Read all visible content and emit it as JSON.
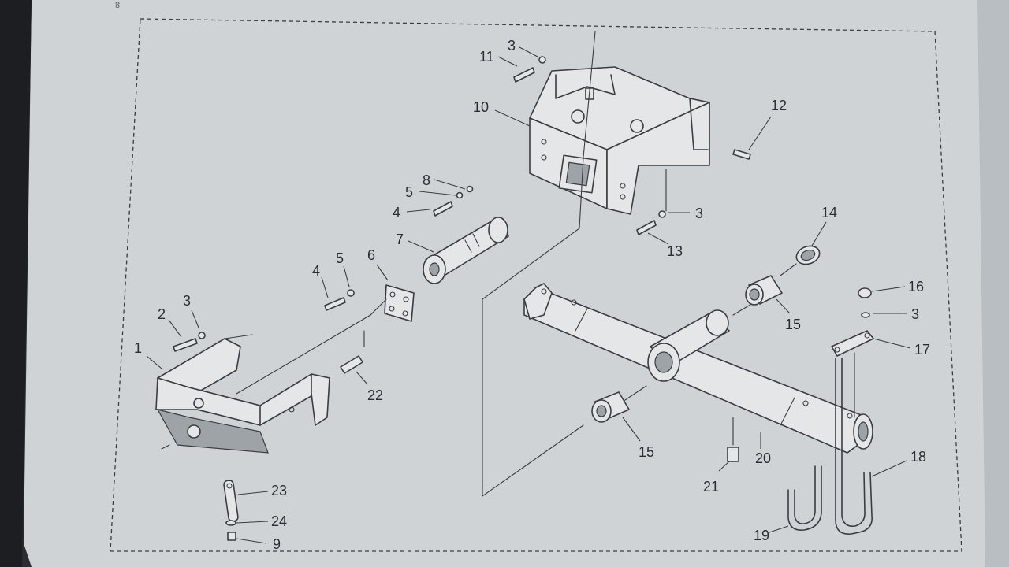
{
  "diagram": {
    "type": "exploded-parts-diagram",
    "callouts": [
      {
        "id": "c1",
        "label": "1"
      },
      {
        "id": "c2",
        "label": "2"
      },
      {
        "id": "c3a",
        "label": "3"
      },
      {
        "id": "c3b",
        "label": "3"
      },
      {
        "id": "c3c",
        "label": "3"
      },
      {
        "id": "c3d",
        "label": "3"
      },
      {
        "id": "c4a",
        "label": "4"
      },
      {
        "id": "c4b",
        "label": "4"
      },
      {
        "id": "c5a",
        "label": "5"
      },
      {
        "id": "c5b",
        "label": "5"
      },
      {
        "id": "c6",
        "label": "6"
      },
      {
        "id": "c7",
        "label": "7"
      },
      {
        "id": "c8",
        "label": "8"
      },
      {
        "id": "c9",
        "label": "9"
      },
      {
        "id": "c10",
        "label": "10"
      },
      {
        "id": "c11",
        "label": "11"
      },
      {
        "id": "c12",
        "label": "12"
      },
      {
        "id": "c13",
        "label": "13"
      },
      {
        "id": "c14",
        "label": "14"
      },
      {
        "id": "c15a",
        "label": "15"
      },
      {
        "id": "c15b",
        "label": "15"
      },
      {
        "id": "c16",
        "label": "16"
      },
      {
        "id": "c17",
        "label": "17"
      },
      {
        "id": "c18",
        "label": "18"
      },
      {
        "id": "c19",
        "label": "19"
      },
      {
        "id": "c20",
        "label": "20"
      },
      {
        "id": "c21",
        "label": "21"
      },
      {
        "id": "c22",
        "label": "22"
      },
      {
        "id": "c23",
        "label": "23"
      },
      {
        "id": "c24",
        "label": "24"
      }
    ],
    "page_corner_mark": "8"
  },
  "colors": {
    "paper": "#cfd3d6",
    "ink": "#3a3d42",
    "background": "#2a2d33"
  }
}
